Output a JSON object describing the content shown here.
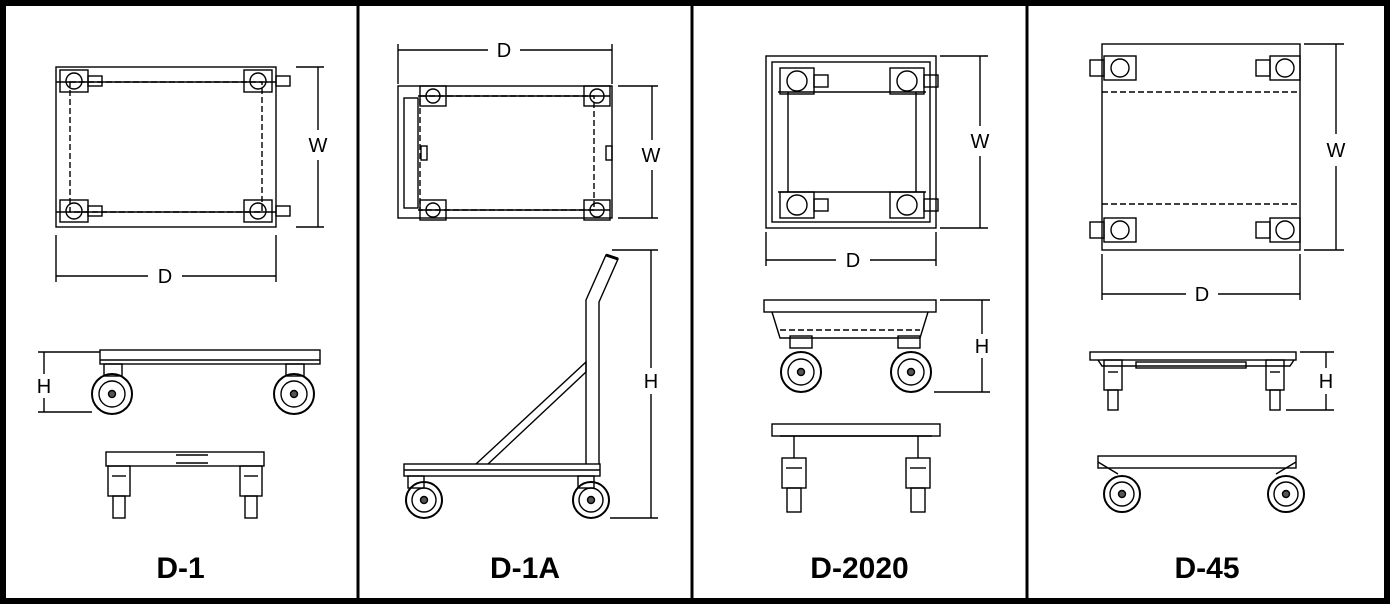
{
  "panels": [
    {
      "model": "D-1",
      "dim_w": "W",
      "dim_d": "D",
      "dim_h": "H"
    },
    {
      "model": "D-1A",
      "dim_w": "W",
      "dim_d": "D",
      "dim_h": "H"
    },
    {
      "model": "D-2020",
      "dim_w": "W",
      "dim_d": "D",
      "dim_h": "H"
    },
    {
      "model": "D-45",
      "dim_w": "W",
      "dim_d": "D",
      "dim_h": "H"
    }
  ],
  "colors": {
    "line": "#000000",
    "background": "#ffffff",
    "hub": "#555555"
  }
}
